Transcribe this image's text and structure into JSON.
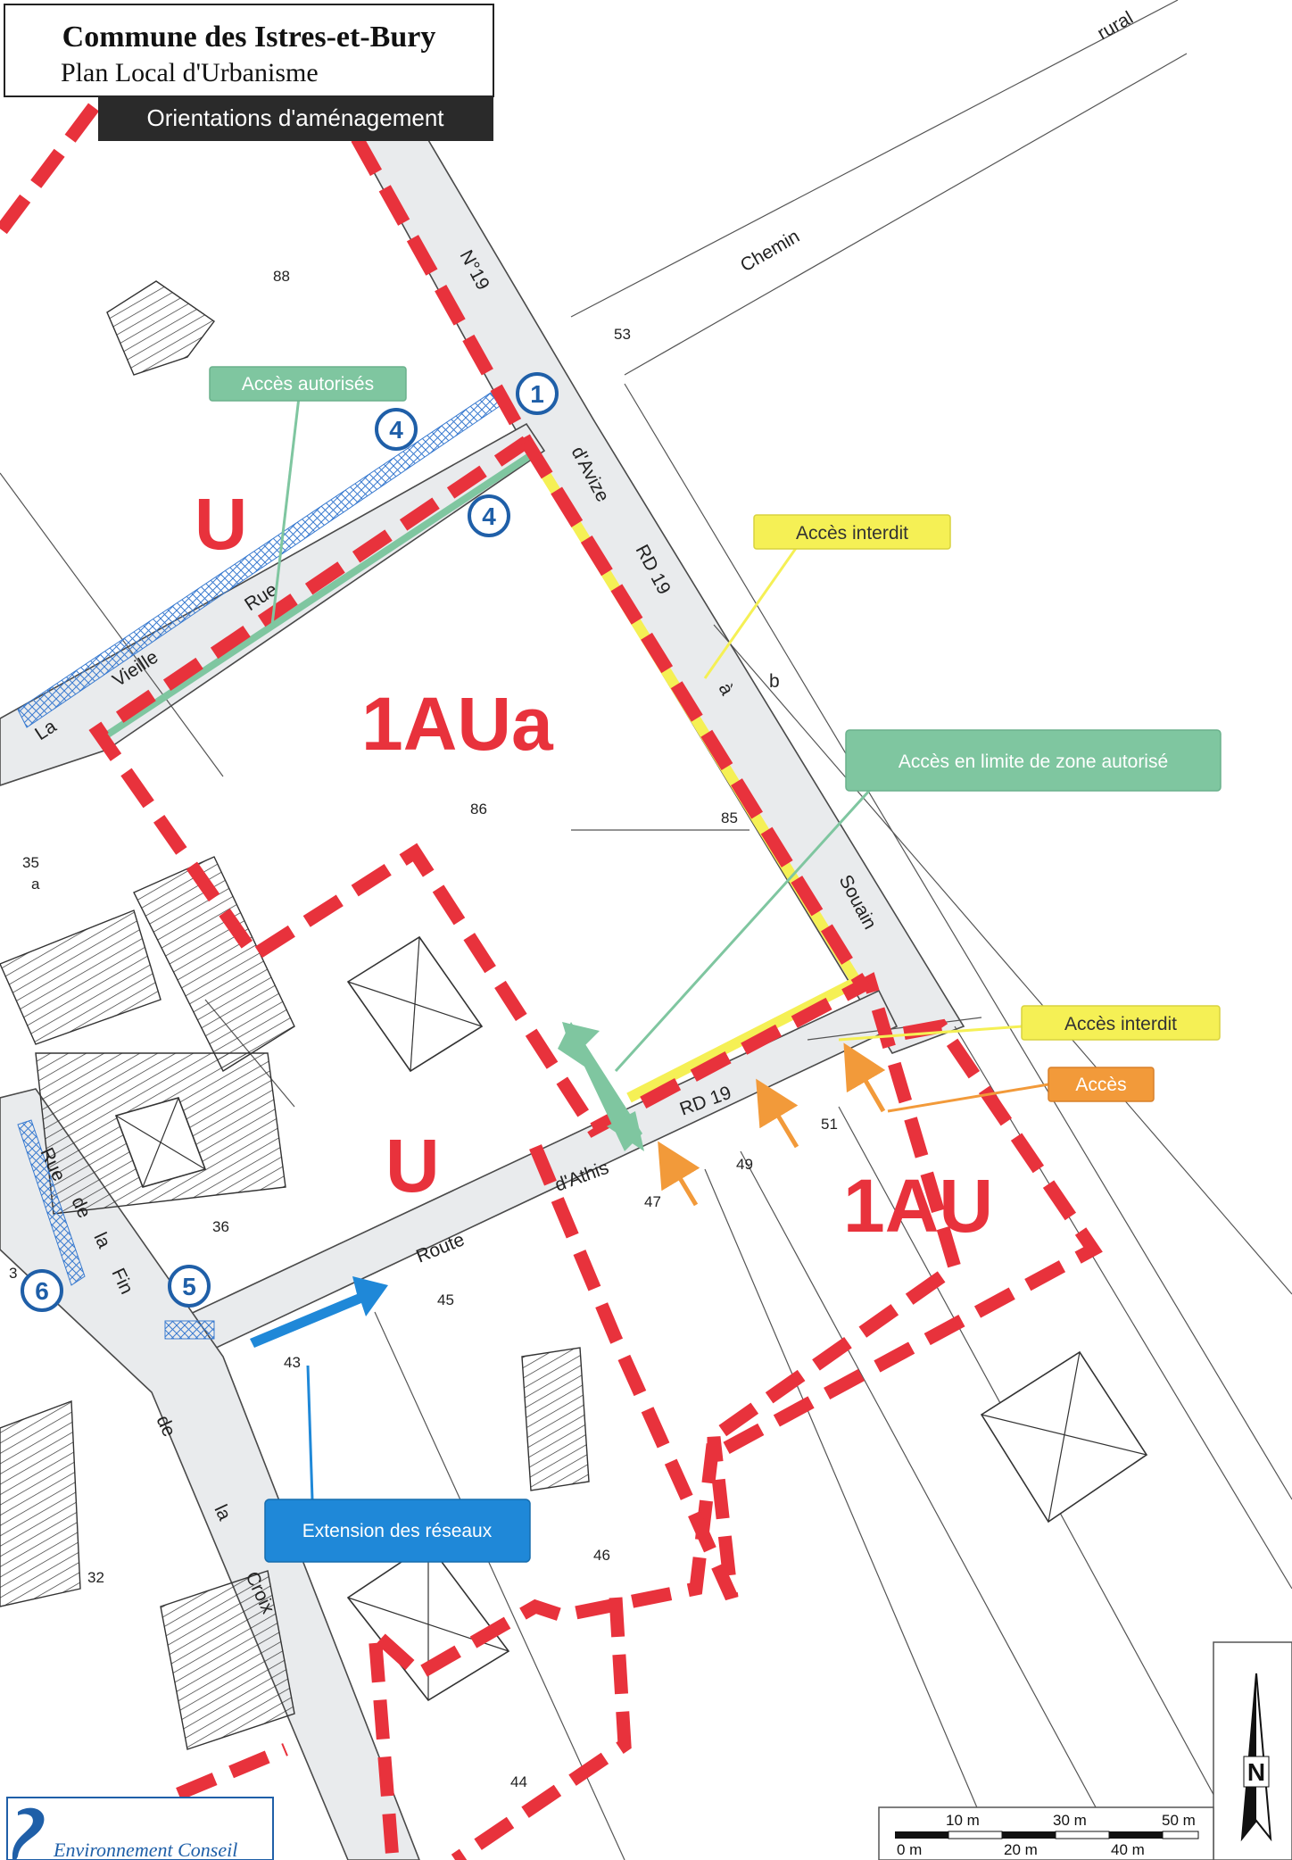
{
  "title": {
    "commune": "Commune des Istres-et-Bury",
    "plan": "Plan Local d'Urbanisme",
    "subtitle": "Orientations d'aménagement"
  },
  "zones": {
    "u_north": "U",
    "u_south": "U",
    "au_a": "1AUa",
    "au": "1AU"
  },
  "streets": {
    "n19": "N°19",
    "davize": "d'Avize",
    "rd19_north": "RD 19",
    "a": "à",
    "souain": "Souain",
    "chemin": "Chemin",
    "rural": "rural",
    "la": "La",
    "vieille": "Vieille",
    "rue": "Rue",
    "rd19_south": "RD 19",
    "dathis": "d'Athis",
    "route": "Route",
    "rue_fin_1": "Rue",
    "rue_fin_2": "de",
    "rue_fin_3": "la",
    "rue_fin_4": "Fin",
    "croix_1": "de",
    "croix_2": "la",
    "croix_3": "Croix",
    "b": "b"
  },
  "parcels": {
    "p88": "88",
    "p53": "53",
    "p86": "86",
    "p85": "85",
    "p35": "35",
    "p35a": "a",
    "p36": "36",
    "p51": "51",
    "p49": "49",
    "p47": "47",
    "p45": "45",
    "p43": "43",
    "p46": "46",
    "p32": "32",
    "p44": "44",
    "p3": "3"
  },
  "callouts": {
    "acces_autorises": "Accès autorisés",
    "acces_interdit_1": "Accès interdit",
    "acces_limite": "Accès en limite de zone autorisé",
    "acces_interdit_2": "Accès interdit",
    "acces": "Accès",
    "extension": "Extension des réseaux"
  },
  "markers": {
    "m1": "1",
    "m4a": "4",
    "m4b": "4",
    "m5": "5",
    "m6": "6"
  },
  "scale": {
    "t10": "10 m",
    "t30": "30 m",
    "t50": "50 m",
    "t0": "0 m",
    "t20": "20 m",
    "t40": "40 m"
  },
  "north": "N",
  "logo": "Environnement Conseil",
  "colors": {
    "zone_red": "#e8323c",
    "access_green": "#7fc6a0",
    "forbidden_yellow": "#f5f055",
    "access_orange": "#f29a3a",
    "network_blue": "#1f88d8",
    "marker_blue": "#1f5fa8"
  }
}
